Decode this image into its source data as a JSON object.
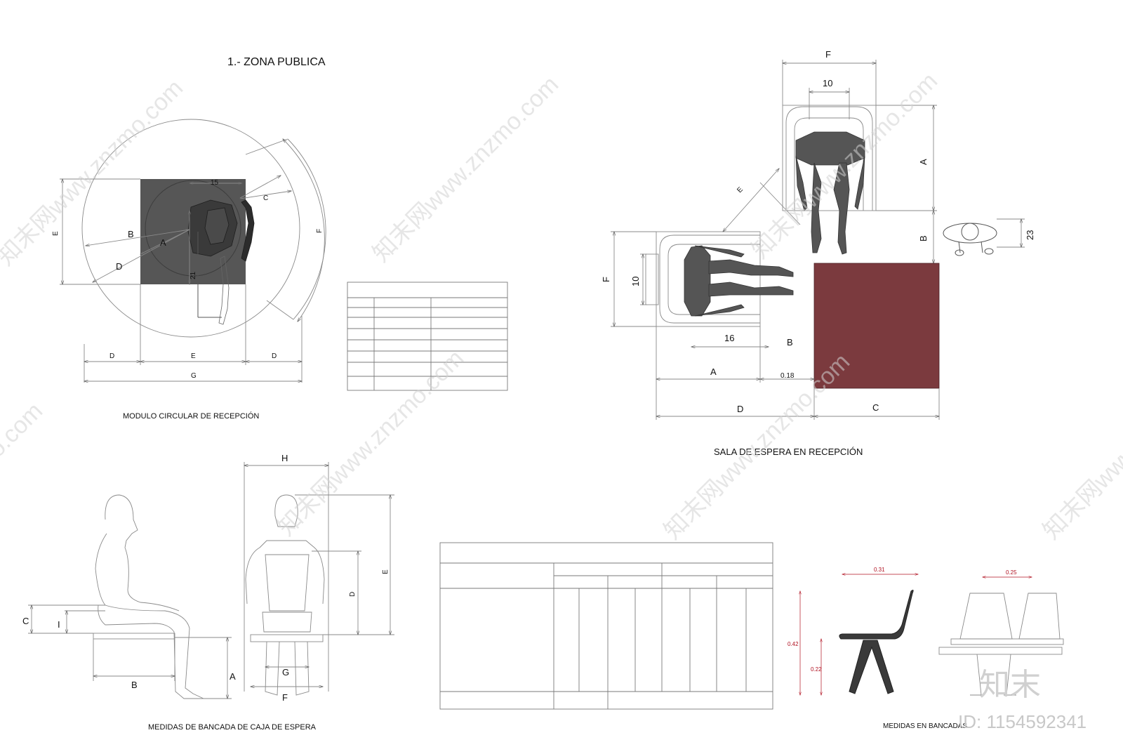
{
  "sheet_title": "1.- ZONA PUBLICA",
  "captions": {
    "circular": "MODULO CIRCULAR DE RECEPCIÓN",
    "waiting": "SALA DE ESPERA EN  RECEPCIÓN",
    "bench": "MEDIDAS DE BANCADA DE CAJA DE ESPERA",
    "benches": "MEDIDAS EN BANCADAS"
  },
  "circular_labels": {
    "a": "A",
    "b": "B",
    "c": "C",
    "d": "D",
    "e": "E",
    "f": "F",
    "n15": "15",
    "n21": "21",
    "bottom_d1": "D",
    "bottom_e": "E",
    "bottom_d2": "D",
    "bottom_g": "G"
  },
  "waiting_labels": {
    "f_top": "F",
    "n10_top": "10",
    "a_right": "A",
    "b_right": "B",
    "n23": "23",
    "e_diag": "E",
    "f_left": "F",
    "n10_left": "10",
    "n16": "16",
    "b_mid": "B",
    "a_bottom": "A",
    "n018": "0.18",
    "d_bottom": "D",
    "c_bottom": "C"
  },
  "bench_labels": {
    "c": "C",
    "i": "I",
    "b": "B",
    "a": "A",
    "h": "H",
    "e": "E",
    "d": "D",
    "g": "G",
    "f": "F"
  },
  "chair_labels": {
    "w031": "0.31",
    "w025": "0.25",
    "h042": "0.42",
    "h022": "0.22"
  },
  "watermark": {
    "text": "知末网www.znzmo.com",
    "logo": "知末",
    "id": "ID: 1154592341"
  },
  "colors": {
    "counter_fill": "#7b3a3e",
    "figure_fill": "#555555",
    "module_fill": "#565656",
    "dimension_red": "#b01020"
  }
}
